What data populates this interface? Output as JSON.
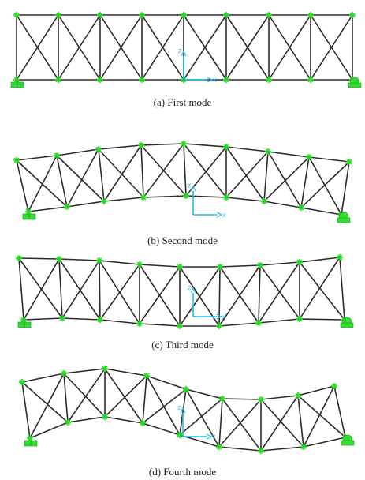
{
  "captions": {
    "a": "(a) First mode",
    "b": "(b) Second mode",
    "c": "(c) Third mode",
    "d": "(d) Fourth mode"
  },
  "colors": {
    "member": "#2b2b2b",
    "node": "#22dd22",
    "support": "#33dd33",
    "axis": "#22bbee"
  },
  "icons": {
    "node": "green-asterisk-node-marker",
    "left_support": "pinned-support-icon",
    "right_support": "roller-support-icon",
    "axes": "coordinate-axes-icon"
  }
}
